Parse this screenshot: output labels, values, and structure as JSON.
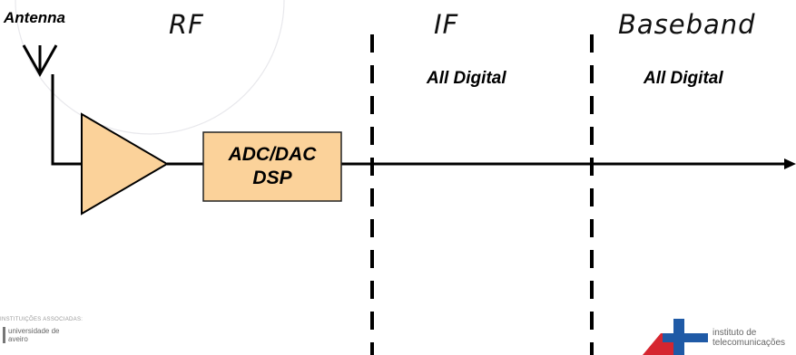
{
  "antenna_label": "Antenna",
  "sections": {
    "rf": "RF",
    "if": "IF",
    "baseband": "Baseband"
  },
  "if_note": "All Digital",
  "baseband_note": "All Digital",
  "processing_block": {
    "line1": "ADC/DAC",
    "line2": "DSP",
    "fill_color": "#fbd29a",
    "border_color": "#222222"
  },
  "amplifier": {
    "fill_color": "#fbd29a"
  },
  "logos": {
    "ua_caption": "INSTITUIÇÕES ASSOCIADAS:",
    "ua_name": "universidade de aveiro",
    "it_name": "instituto de telecomunicações",
    "it_red": "#d62630",
    "it_blue": "#1f5aa6"
  }
}
